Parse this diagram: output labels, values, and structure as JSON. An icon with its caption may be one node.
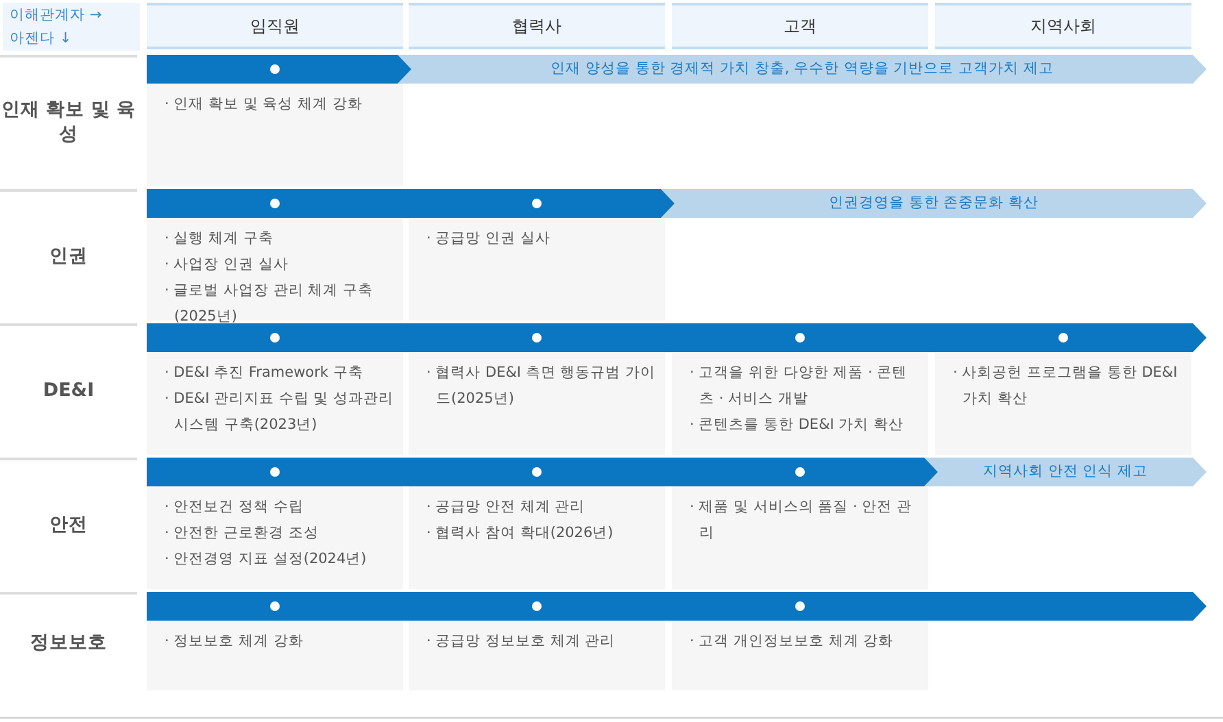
{
  "diagram": {
    "labels": [
      "이해관계자 →",
      "아젠다 ↓",
      "임직원",
      "협력사",
      "고객",
      "지역사회",
      "인재 확보 및 육성",
      "인재 양성을 통한 경제적 가치 창출, 우수한 역량을 기반으로 고객가치 제고",
      "· 인재 확보 및 육성 체계 강화",
      "인권",
      "인권경영을 통한 존중문화 확산",
      "· 실행 체계 구축",
      "· 사업장 인권 실사",
      "· 글로벌 사업장 관리 체계 구축(2025년)",
      "· 공급망 인권 실사",
      "DE&I",
      "· DE&I 추진 Framework 구축",
      "· DE&I 관리지표 수립 및 성과관리시스템 구축(2023년)",
      "· 협력사 DE&I 측면 행동규범 가이드(2025년)",
      "· 고객을 위한 다양한 제품 · 콘텐츠 · 서비스 개발",
      "· 콘텐츠를 통한 DE&I 가치 확산",
      "· 사회공헌 프로그램을 통한 DE&I 가치 확산",
      "안전",
      "지역사회 안전 인식 제고",
      "· 안전보건 정책 수립",
      "· 안전한 근로환경 조성",
      "· 안전경영 지표 설정(2024년)",
      "· 공급망 안전 체계 관리",
      "· 협력사 참여 확대(2026년)",
      "· 제품 및 서비스의 품질 · 안전 관리",
      "정보보호",
      "· 정보보호 체계 강화",
      "· 공급망 정보보호 체계 관리",
      "· 고객 개인정보보호 체계 강화"
    ]
  }
}
